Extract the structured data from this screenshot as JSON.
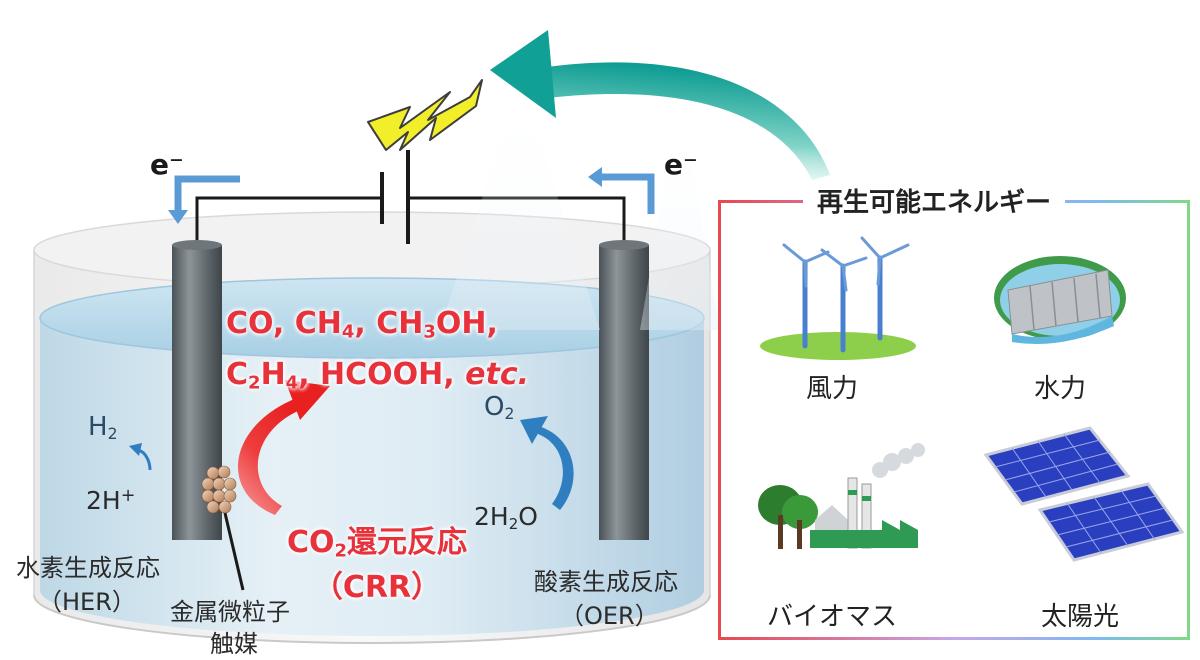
{
  "electrons": {
    "left": "e⁻",
    "right": "e⁻"
  },
  "cathode_side": {
    "gas": "H",
    "gas_sub": "2",
    "reactant": "2H",
    "reactant_sup": "+",
    "reaction_name": "水素生成反応",
    "reaction_abbr": "（HER）"
  },
  "anode_side": {
    "gas": "O",
    "gas_sub": "2",
    "reactant_pre": "2H",
    "reactant_sub": "2",
    "reactant_post": "O",
    "reaction_name": "酸素生成反応",
    "reaction_abbr": "（OER）"
  },
  "catalyst": {
    "line1": "金属微粒子",
    "line2": "触媒"
  },
  "products": {
    "line1": [
      {
        "t": "CO, CH"
      },
      {
        "s": "4"
      },
      {
        "t": ", CH"
      },
      {
        "s": "3"
      },
      {
        "t": "OH,"
      }
    ],
    "line2": [
      {
        "t": "C"
      },
      {
        "s": "2"
      },
      {
        "t": "H"
      },
      {
        "s": "4"
      },
      {
        "t": ", HCOOH, "
      },
      {
        "i": "etc."
      }
    ]
  },
  "crr": {
    "pre": "CO",
    "sub": "2",
    "post": "還元反応",
    "abbr": "（CRR）"
  },
  "renewable": {
    "title": "再生可能エネルギー",
    "items": [
      {
        "label": "風力",
        "icon": "wind-turbine-icon"
      },
      {
        "label": "水力",
        "icon": "dam-icon"
      },
      {
        "label": "バイオマス",
        "icon": "biomass-plant-icon"
      },
      {
        "label": "太陽光",
        "icon": "solar-panel-icon"
      }
    ]
  },
  "colors": {
    "reaction_red": "#e8323b",
    "arrow_blue": "#2f7fc0",
    "electron_arrow": "#5b9bd5",
    "teal_arrow": "#1aa39a",
    "electrode": "#5a6268",
    "bolt": "#f2ee2a"
  }
}
